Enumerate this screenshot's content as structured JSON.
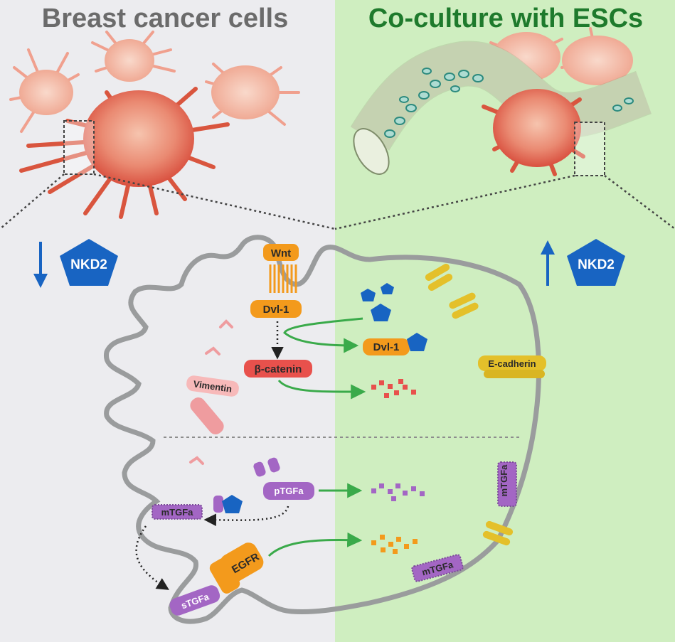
{
  "panels": {
    "left_title": "Breast cancer cells",
    "right_title": "Co-culture with ESCs"
  },
  "indicators": {
    "left_arrow": "down",
    "left_label": "NKD2",
    "right_arrow": "up",
    "right_label": "NKD2"
  },
  "molecules": {
    "wnt": "Wnt",
    "dvl1_bound": "Dvl-1",
    "dvl1_released": "Dvl-1",
    "beta_catenin": "β-catenin",
    "vimentin": "Vimentin",
    "e_cadherin": "E-cadherin",
    "ptgfa": "pTGFa",
    "mtgfa_left": "mTGFa",
    "mtgfa_membrane_vertical": "mTGFa",
    "mtgfa_membrane_bottom": "mTGFa",
    "egfr": "EGFR",
    "stgfa": "sTGFa"
  },
  "colors": {
    "left_bg": "#ececef",
    "right_bg": "#cfeec0",
    "left_title": "#6b6b6b",
    "right_title": "#1e7a2c",
    "nkd2": "#1864c2",
    "wnt_orange": "#f39a1c",
    "catenin_red": "#e8514c",
    "tgf_purple": "#a366c4",
    "ecad_yellow": "#e4c02a",
    "green_arrow": "#3aaa4a",
    "membrane": "#9a9c9d"
  }
}
